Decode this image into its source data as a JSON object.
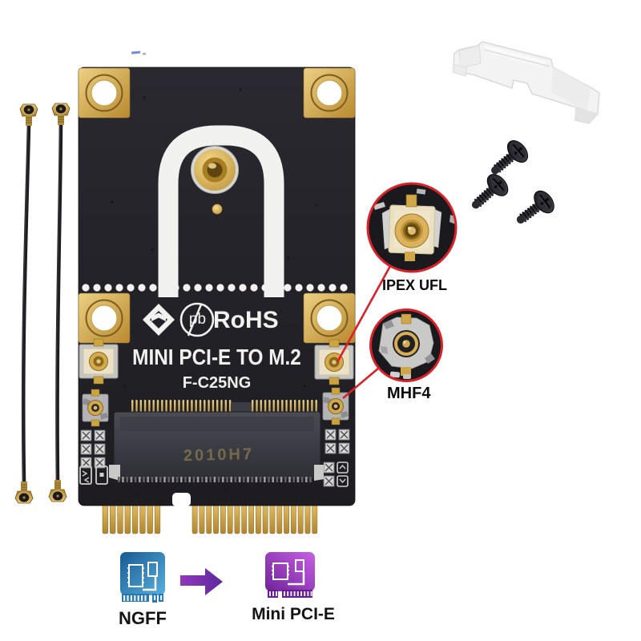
{
  "board": {
    "logo_symbol": "pb",
    "logo_text": "RoHS",
    "title": "MINI PCI-E TO M.2",
    "model": "F-C25NG",
    "socket_marking": "2010H7"
  },
  "callouts": {
    "ipex": {
      "label": "IPEX UFL"
    },
    "mhf4": {
      "label": "MHF4"
    }
  },
  "conversion": {
    "from": "NGFF",
    "to": "Mini PCI-E"
  },
  "icons": {
    "ngff_card": "ngff-card-icon",
    "mini_pcie_card": "mini-pcie-card-icon",
    "arrow": "right-arrow-icon",
    "antenna_cables": "ipex-antenna-cable",
    "screws": "mounting-screw",
    "bracket": "plastic-bracket"
  },
  "colors": {
    "background": "#ffffff",
    "pcb": "#232228",
    "gold": "#d2a444",
    "silkscreen": "#f1f1ef",
    "callout_red": "#da2128",
    "ngff_blue": "#2a76b4",
    "mini_pcie_purple": "#8c2db8",
    "arrow_purple": "#7a2aa8",
    "label_text": "#111111"
  }
}
